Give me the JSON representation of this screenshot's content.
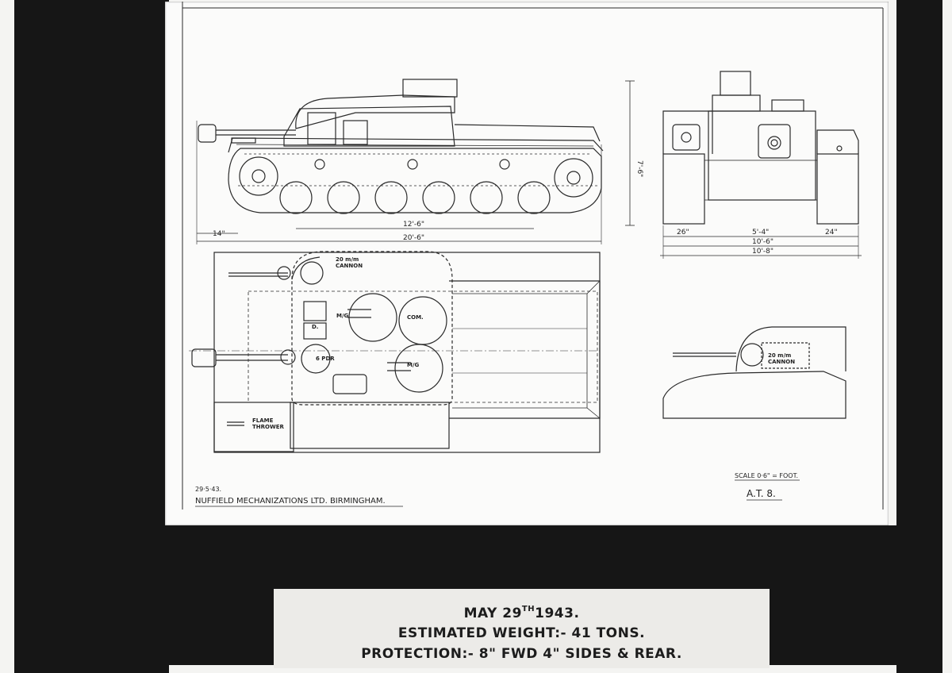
{
  "sheet": {
    "date_stamp": "29·5·43.",
    "company": "NUFFIELD MECHANIZATIONS LTD. BIRMINGHAM.",
    "scale": "SCALE  0·6\" = FOOT.",
    "drawing_no": "A.T. 8."
  },
  "dimensions": {
    "front_overhang": "14\"",
    "wheelbase": "12'-6\"",
    "overall_length": "20'-6\"",
    "height": "7'-6\"",
    "track_left": "26\"",
    "hull_width": "5'-4\"",
    "track_right": "24\"",
    "inner_width": "10'-6\"",
    "overall_width": "10'-8\""
  },
  "labels": {
    "cannon_line1": "20 m/m",
    "cannon_line2": "CANNON",
    "mg_upper": "M/G",
    "commander": "COM.",
    "driver": "D.",
    "main_gun": "6 PDR",
    "mg_lower": "M/G",
    "flame_line1": "FLAME",
    "flame_line2": "THROWER",
    "side_cannon_line1": "20 m/m",
    "side_cannon_line2": "CANNON"
  },
  "caption": {
    "date_pre": "MAY 29",
    "date_sup": "TH",
    "date_post": "1943.",
    "weight": "ESTIMATED WEIGHT:- 41 TONS.",
    "protection": "PROTECTION:- 8\" FWD  4\" SIDES & REAR."
  }
}
